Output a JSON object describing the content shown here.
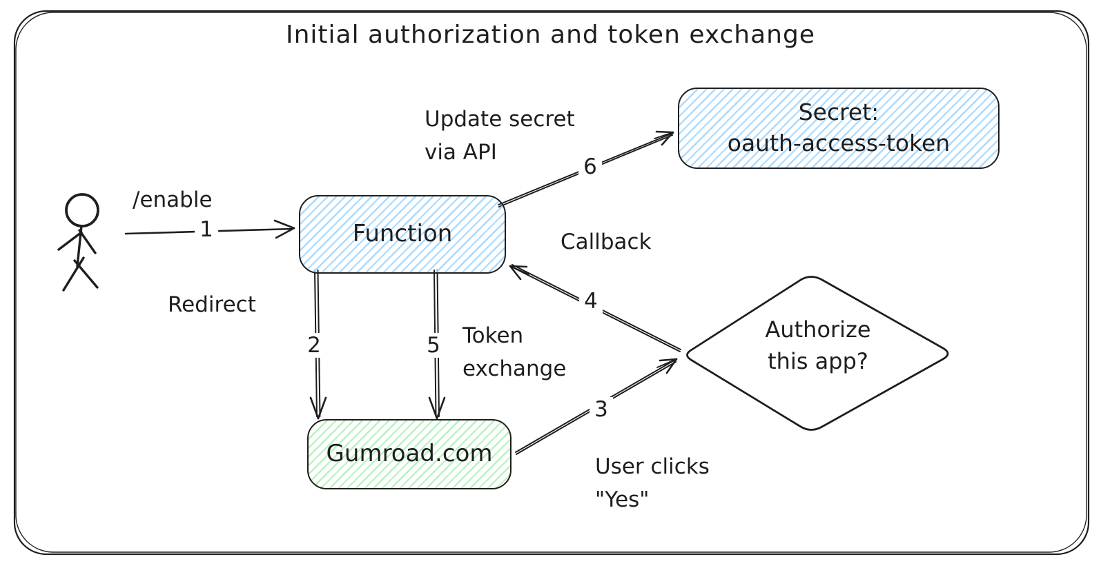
{
  "title": "Initial authorization and token exchange",
  "colors": {
    "stroke": "#1e1e1e",
    "blue_hatch": "#a5d8ff",
    "green_hatch": "#b2f2bb",
    "background": "#ffffff"
  },
  "nodes": {
    "function": {
      "label": "Function",
      "fill": "blue-hatch"
    },
    "secret": {
      "line1": "Secret:",
      "line2": "oauth-access-token",
      "fill": "blue-hatch"
    },
    "gumroad": {
      "label": "Gumroad.com",
      "fill": "green-hatch"
    },
    "decision": {
      "line1": "Authorize",
      "line2": "this app?",
      "fill": "white"
    }
  },
  "edges": {
    "enable": {
      "number": "1",
      "label": "/enable",
      "from": "user-actor",
      "to": "function"
    },
    "redirect": {
      "number": "2",
      "label": "Redirect",
      "from": "function",
      "to": "gumroad"
    },
    "user_clicks": {
      "number": "3",
      "label_line1": "User clicks",
      "label_line2": "\"Yes\"",
      "from": "gumroad",
      "to": "decision"
    },
    "callback": {
      "number": "4",
      "label": "Callback",
      "from": "decision",
      "to": "function"
    },
    "token_exchange": {
      "number": "5",
      "label_line1": "Token",
      "label_line2": "exchange",
      "from": "function",
      "to": "gumroad"
    },
    "update_secret": {
      "number": "6",
      "label_line1": "Update secret",
      "label_line2": "via API",
      "from": "function",
      "to": "secret"
    }
  }
}
